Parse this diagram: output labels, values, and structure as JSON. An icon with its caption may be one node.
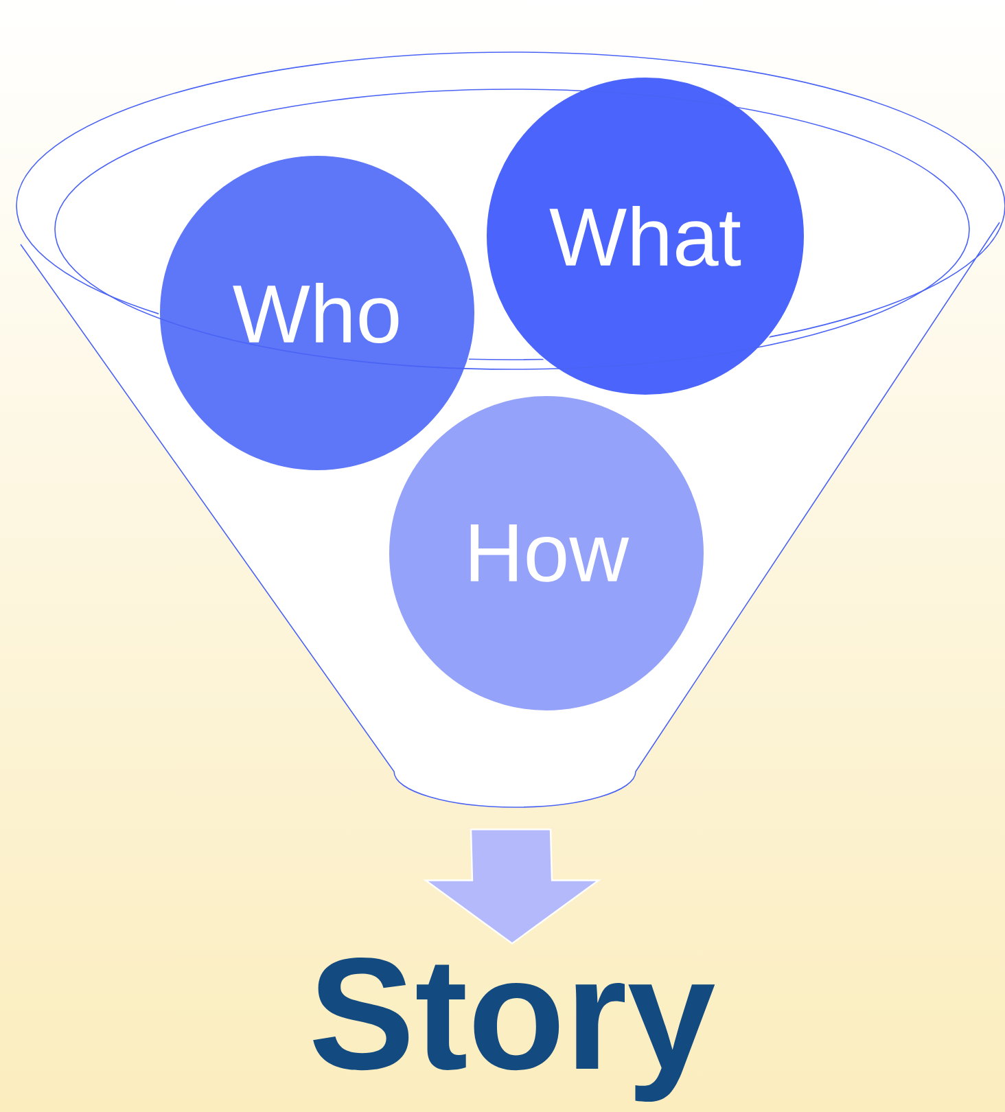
{
  "diagram": {
    "nodes": [
      {
        "text": [],
        "shape": "funnel"
      },
      {
        "text": [
          "Who"
        ],
        "in": 0
      },
      {
        "text": [
          "What"
        ],
        "in": 0
      },
      {
        "text": [
          "How"
        ],
        "in": 0
      },
      {
        "text": [
          "Story"
        ]
      }
    ],
    "edges": [
      {
        "from": 0,
        "to": 4,
        "arrow": "to"
      }
    ]
  }
}
